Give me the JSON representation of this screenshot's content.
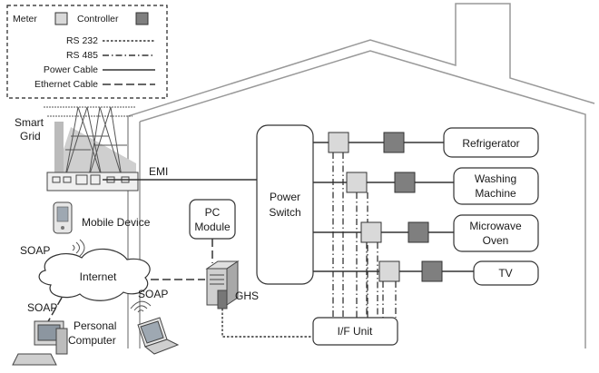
{
  "legend": {
    "meter": "Meter",
    "controller": "Controller",
    "rs232": "RS 232",
    "rs485": "RS 485",
    "power_cable": "Power Cable",
    "ethernet_cable": "Ethernet Cable"
  },
  "labels": {
    "smart_grid_1": "Smart",
    "smart_grid_2": "Grid",
    "emi": "EMI",
    "mobile_device": "Mobile Device",
    "soap_mobile": "SOAP",
    "internet": "Internet",
    "soap_internet": "SOAP",
    "soap_pc": "SOAP",
    "personal_1": "Personal",
    "personal_2": "Computer",
    "pc_module_1": "PC",
    "pc_module_2": "Module",
    "ghs": "GHS",
    "power_switch_1": "Power",
    "power_switch_2": "Switch",
    "if_unit": "I/F Unit"
  },
  "appliances": {
    "refrigerator": "Refrigerator",
    "washing_1": "Washing",
    "washing_2": "Machine",
    "microwave_1": "Microwave",
    "microwave_2": "Oven",
    "tv": "TV"
  },
  "colors": {
    "line": "#333333",
    "house": "#999999",
    "meter_fill": "#d9d9d9",
    "controller_fill": "#7f7f7f"
  }
}
